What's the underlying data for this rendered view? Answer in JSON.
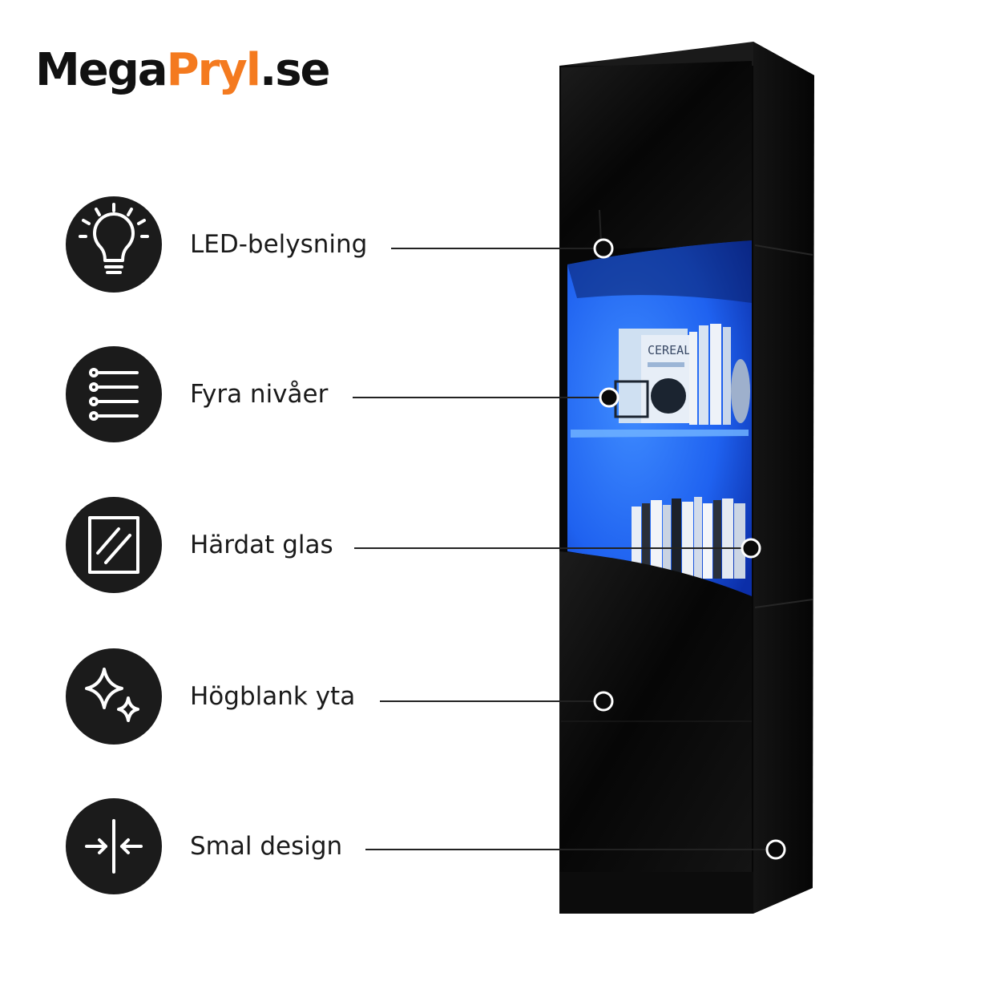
{
  "brand": {
    "part1": "Mega",
    "part2": "Pryl",
    "part3": ".se",
    "accent_color": "#f47a1f"
  },
  "features": [
    {
      "label": "LED-belysning",
      "icon": "lightbulb-icon"
    },
    {
      "label": "Fyra nivåer",
      "icon": "levels-list-icon"
    },
    {
      "label": "Härdat glas",
      "icon": "glass-pane-icon"
    },
    {
      "label": "Högblank yta",
      "icon": "sparkle-icon"
    },
    {
      "label": "Smal design",
      "icon": "arrows-inward-icon"
    }
  ],
  "product": {
    "book_text": "CEREAL",
    "colors": {
      "cabinet": "#0a0a0a",
      "led": "#1f6cff"
    }
  }
}
